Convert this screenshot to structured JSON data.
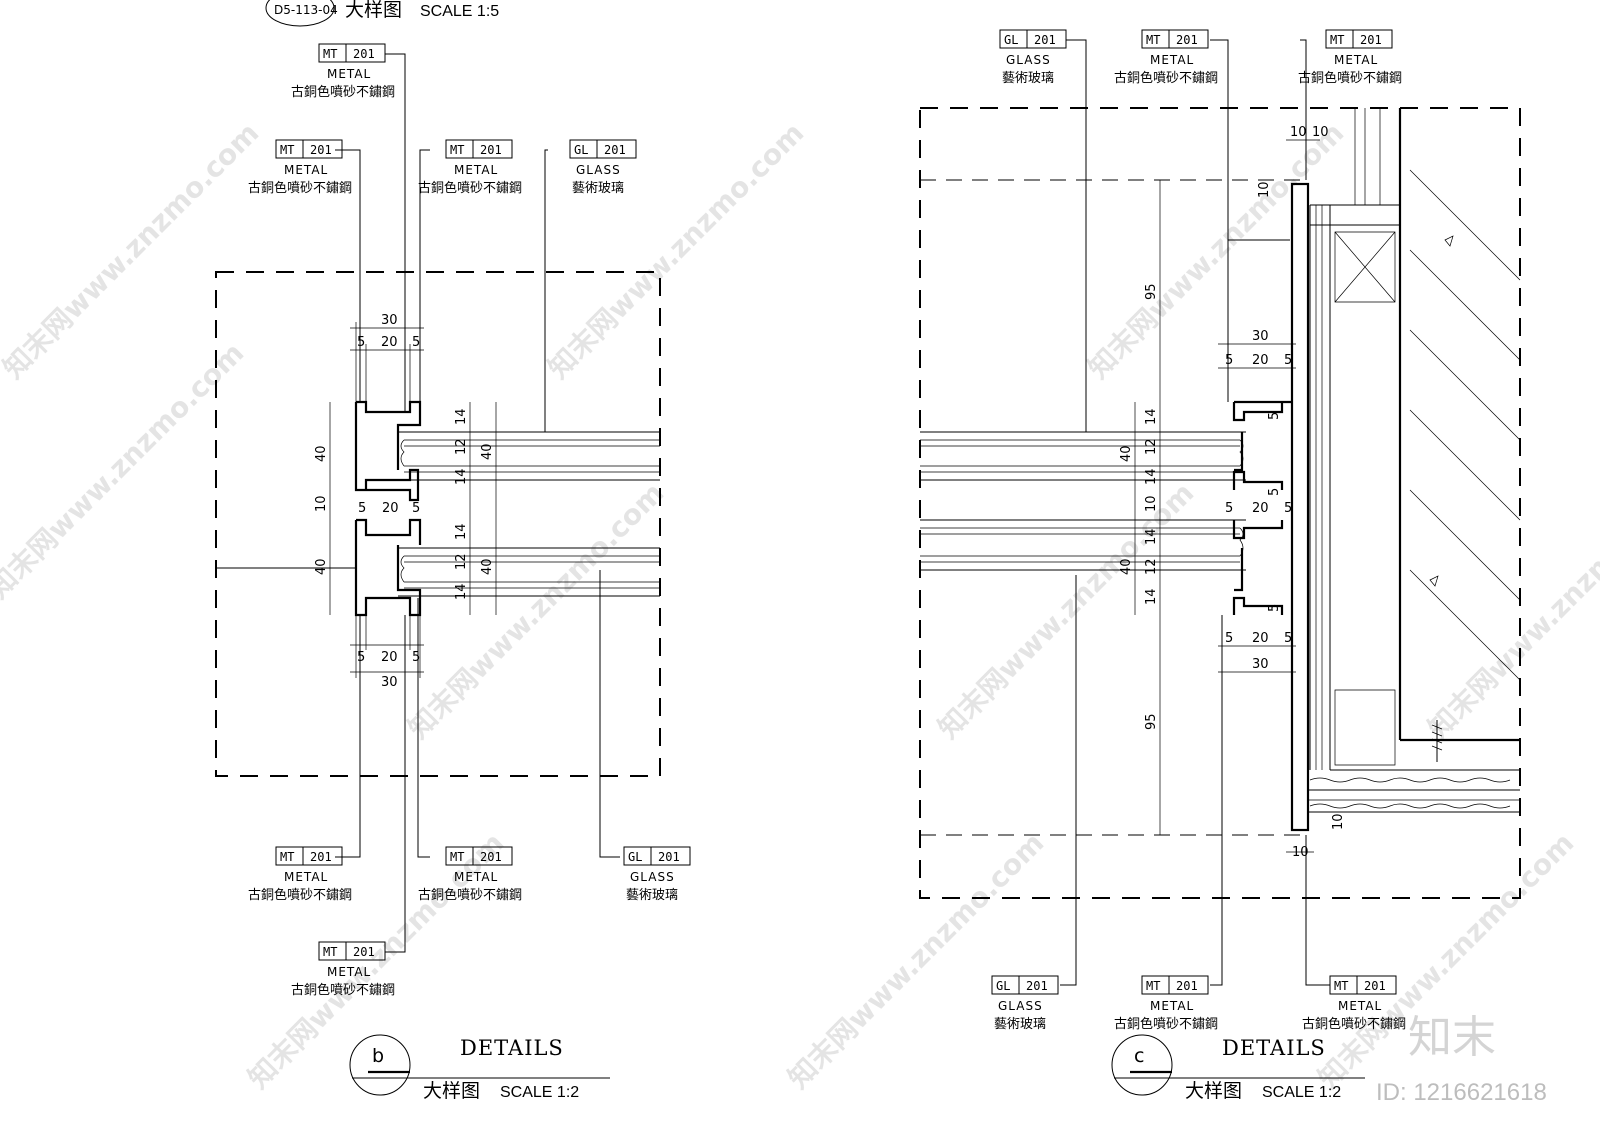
{
  "top_title": {
    "ref": "D5-113-04",
    "cn": "大样图",
    "scale": "SCALE   1:5"
  },
  "details_b": {
    "letter": "b",
    "title": "DETAILS",
    "cn": "大样图",
    "scale": "SCALE   1:2"
  },
  "details_c": {
    "letter": "c",
    "title": "DETAILS",
    "cn": "大样图",
    "scale": "SCALE   1:2"
  },
  "material_mt": {
    "code": "MT",
    "num": "201",
    "en": "METAL",
    "cn": "古銅色噴砂不鏽鋼"
  },
  "material_gl": {
    "code": "GL",
    "num": "201",
    "en": "GLASS",
    "cn": "藝術玻璃"
  },
  "dims": {
    "d30": "30",
    "d20": "20",
    "d5": "5",
    "d40": "40",
    "d10": "10",
    "d14": "14",
    "d12": "12",
    "d95": "95"
  },
  "watermark": {
    "text": "知末网www.znzmo.com",
    "brand": "知末",
    "id": "ID: 1216621618"
  }
}
